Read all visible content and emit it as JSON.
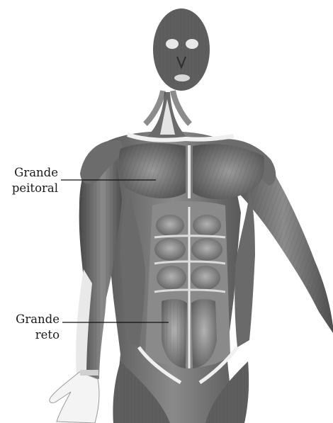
{
  "diagram": {
    "labels": [
      {
        "id": "pectoral",
        "lines": [
          "Grande",
          "peitoral"
        ]
      },
      {
        "id": "rectus",
        "lines": [
          "Grande",
          "reto"
        ]
      }
    ],
    "colors": {
      "background": "#ffffff",
      "muscle_dark": "#4f4f4f",
      "muscle_mid": "#7d7d7d",
      "muscle_light": "#a9a9a9",
      "tendon": "#e6e6e6",
      "leader_line": "#111111",
      "text": "#1a1a1a"
    }
  }
}
